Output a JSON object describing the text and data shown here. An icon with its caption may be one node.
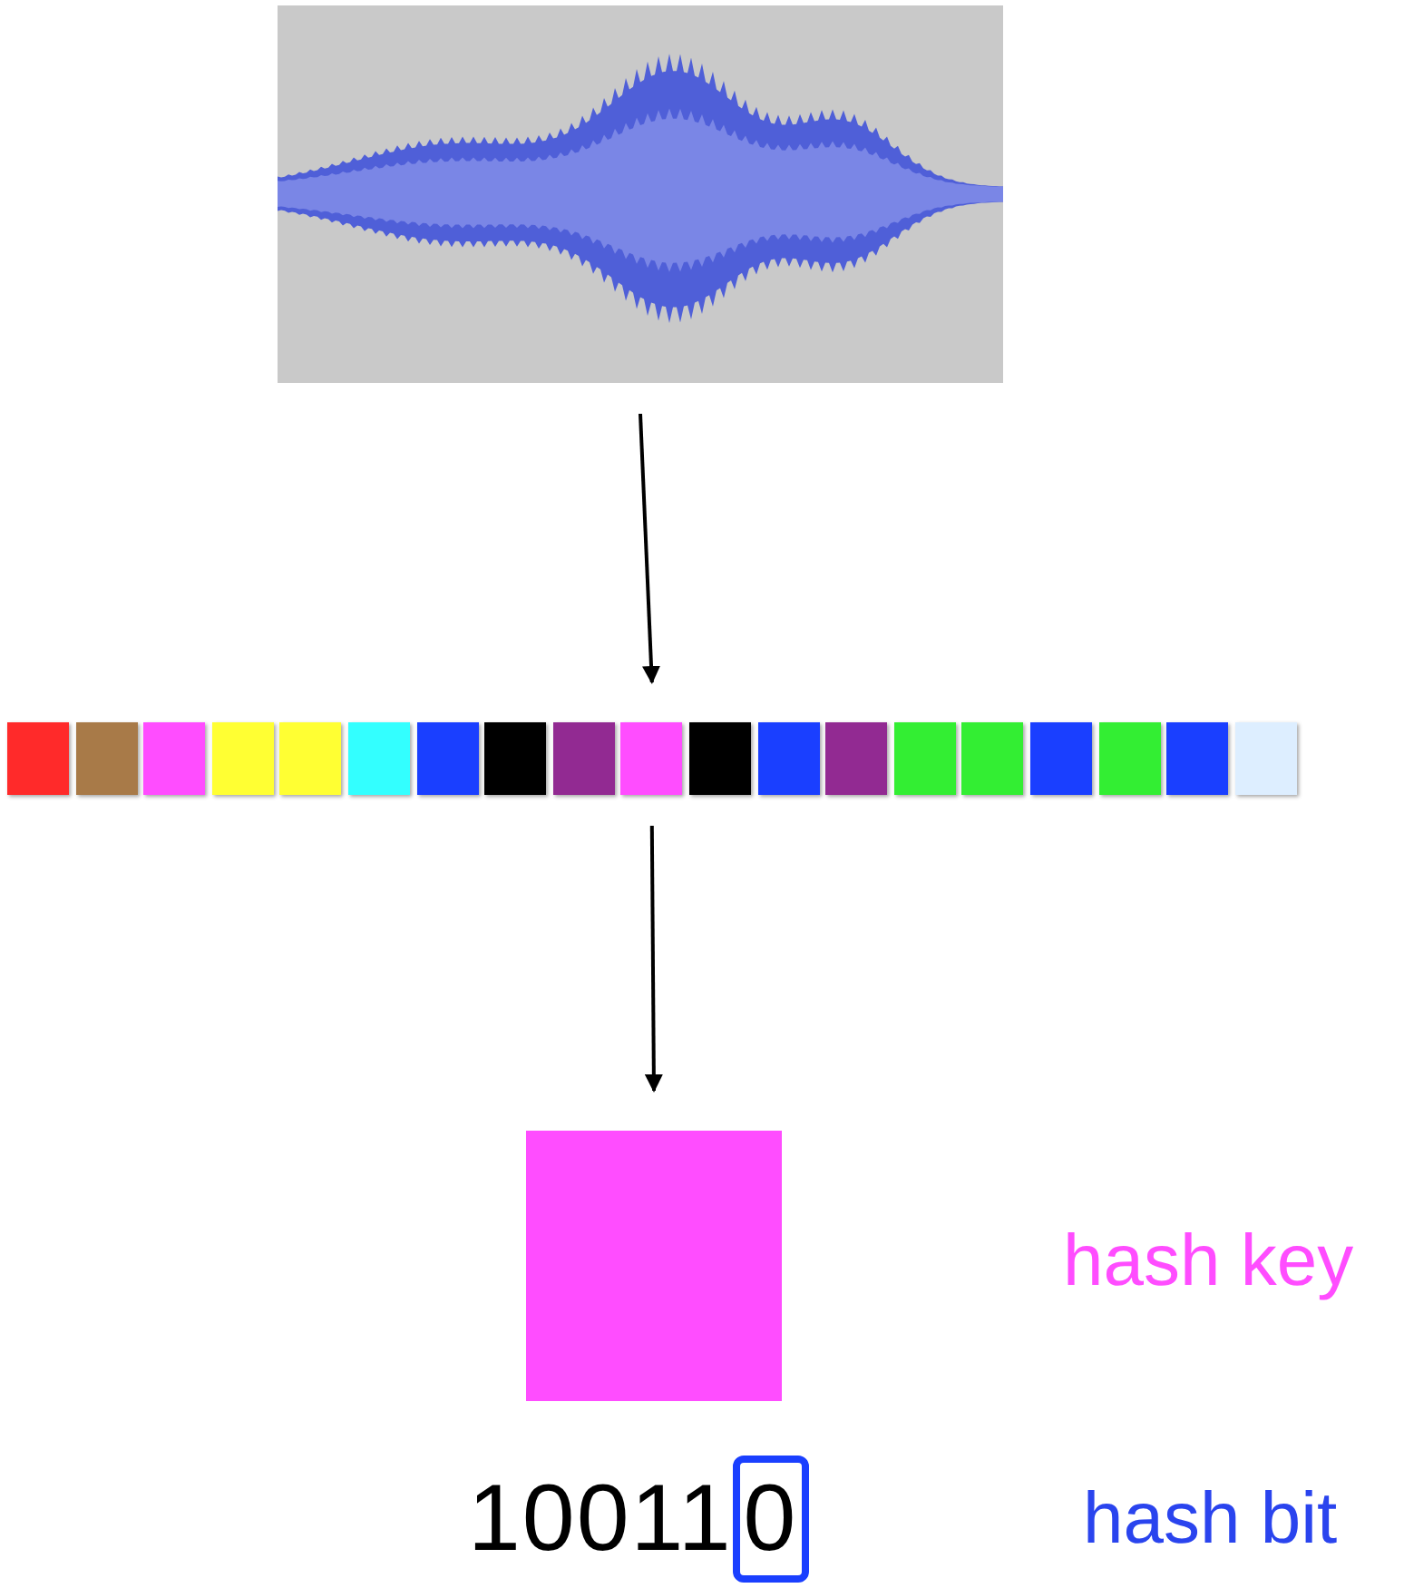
{
  "diagram": {
    "nodes": [
      {
        "text": [],
        "shape": "picture"
      },
      {
        "text": [],
        "shape": "box"
      },
      {
        "text": [],
        "shape": "box"
      },
      {
        "text": [],
        "shape": "box"
      },
      {
        "text": [],
        "shape": "box"
      },
      {
        "text": [],
        "shape": "box"
      },
      {
        "text": [],
        "shape": "box"
      },
      {
        "text": [],
        "shape": "box"
      },
      {
        "text": [],
        "shape": "box"
      },
      {
        "text": [],
        "shape": "box"
      },
      {
        "text": [],
        "shape": "box"
      },
      {
        "text": [],
        "shape": "box"
      },
      {
        "text": [],
        "shape": "box"
      },
      {
        "text": [],
        "shape": "box"
      },
      {
        "text": [],
        "shape": "box"
      },
      {
        "text": [],
        "shape": "box"
      },
      {
        "text": [],
        "shape": "box"
      },
      {
        "text": [],
        "shape": "box"
      },
      {
        "text": [],
        "shape": "box"
      },
      {
        "text": [],
        "shape": "box"
      },
      {
        "text": [],
        "shape": "box"
      }
    ],
    "edges": [
      {
        "from": 0,
        "to": 10,
        "arrow": "to"
      },
      {
        "from": 10,
        "to": 20,
        "arrow": "to"
      }
    ],
    "labels": [
      "hash key",
      "100110",
      "hash bit"
    ]
  }
}
